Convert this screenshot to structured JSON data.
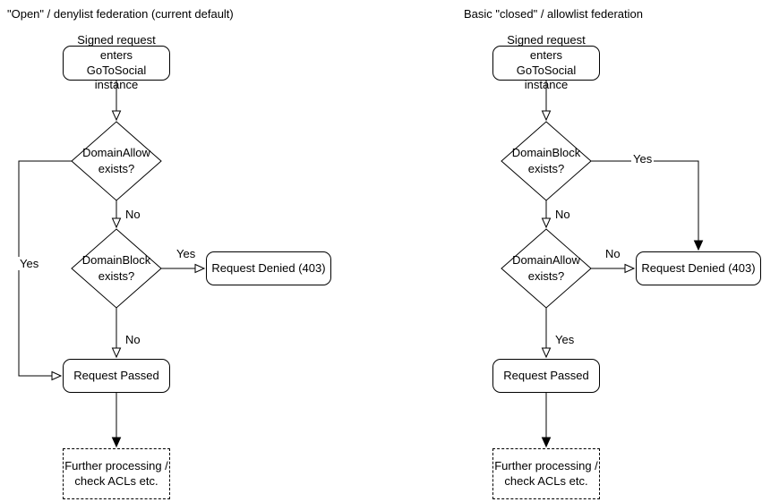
{
  "canvas": {
    "background_color": "#ffffff",
    "stroke_color": "#000000",
    "text_color": "#000000"
  },
  "left_chart": {
    "title": "\"Open\" / denylist federation (current default)",
    "nodes": {
      "start": "Signed request enters\nGoToSocial instance",
      "decision1": "DomainAllow\nexists?",
      "decision2": "DomainBlock\nexists?",
      "denied": "Request Denied (403)",
      "passed": "Request Passed",
      "further": "Further processing /\ncheck ACLs etc."
    },
    "edge_labels": {
      "decision1_yes": "Yes",
      "decision1_no": "No",
      "decision2_yes": "Yes",
      "decision2_no": "No"
    }
  },
  "right_chart": {
    "title": "Basic \"closed\" / allowlist federation",
    "nodes": {
      "start": "Signed request enters\nGoToSocial instance",
      "decision1": "DomainBlock\nexists?",
      "decision2": "DomainAllow\nexists?",
      "denied": "Request Denied (403)",
      "passed": "Request Passed",
      "further": "Further processing /\ncheck ACLs etc."
    },
    "edge_labels": {
      "decision1_yes": "Yes",
      "decision1_no": "No",
      "decision2_no": "No",
      "decision2_yes": "Yes"
    }
  }
}
